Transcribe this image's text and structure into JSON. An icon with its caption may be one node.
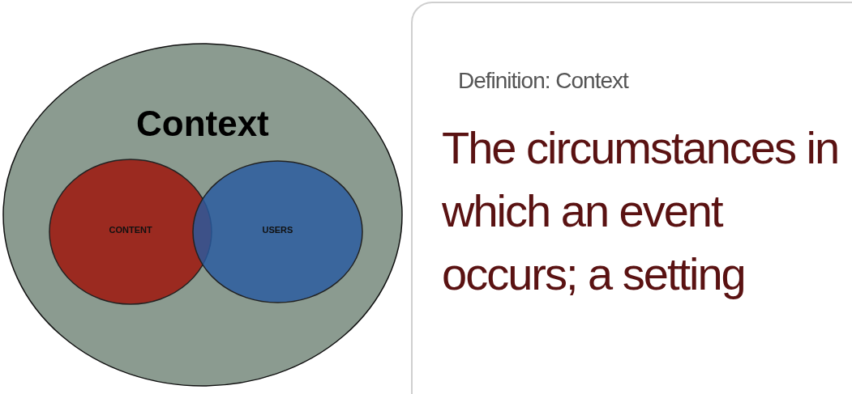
{
  "diagram": {
    "nodes": [
      {
        "text": [
          "Context"
        ]
      },
      {
        "text": [
          "CONTENT"
        ],
        "in": 0
      },
      {
        "text": [
          "USERS"
        ],
        "in": 0
      },
      {
        "text": [
          "Definition: Context",
          "The circumstances in which an event occurs; a setting"
        ]
      }
    ],
    "edges": []
  }
}
